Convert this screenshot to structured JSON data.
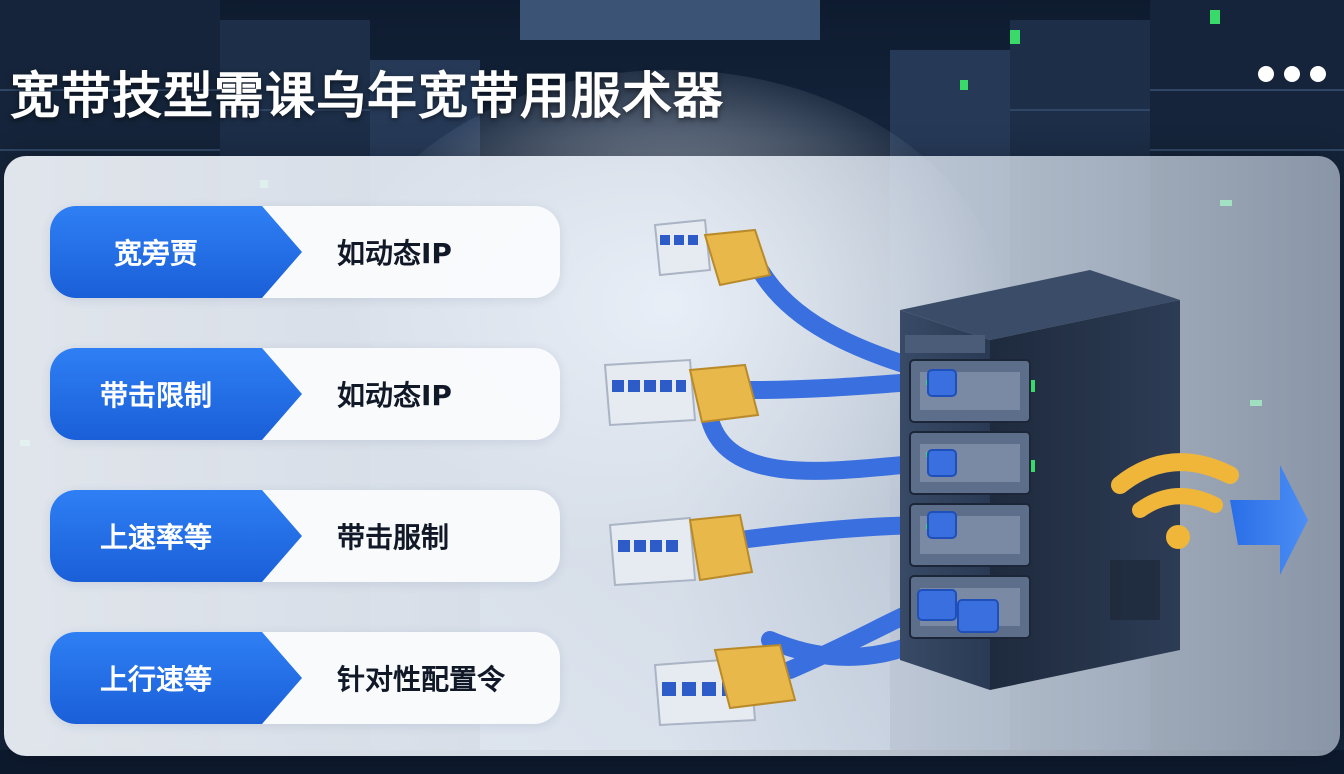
{
  "title": "宽带技型需课乌年宽带用服术器",
  "rows": [
    {
      "label": "宽旁贾",
      "value": "如动态IP"
    },
    {
      "label": "带击限制",
      "value": "如动态IP"
    },
    {
      "label": "上速率等",
      "value": "带击服制"
    },
    {
      "label": "上行速等",
      "value": "针对性配置令"
    }
  ],
  "icons": {
    "menu": "more-dots-icon",
    "server": "server-rack-icon",
    "wifi": "wifi-icon",
    "arrow": "arrow-right-icon",
    "connector": "ethernet-connector-icon"
  },
  "colors": {
    "accent_blue": "#1a5fd8",
    "cable_blue": "#3a6fe0",
    "connector_yellow": "#e8b84a",
    "wifi_yellow": "#f0b63a",
    "panel": "#eef3f9"
  }
}
